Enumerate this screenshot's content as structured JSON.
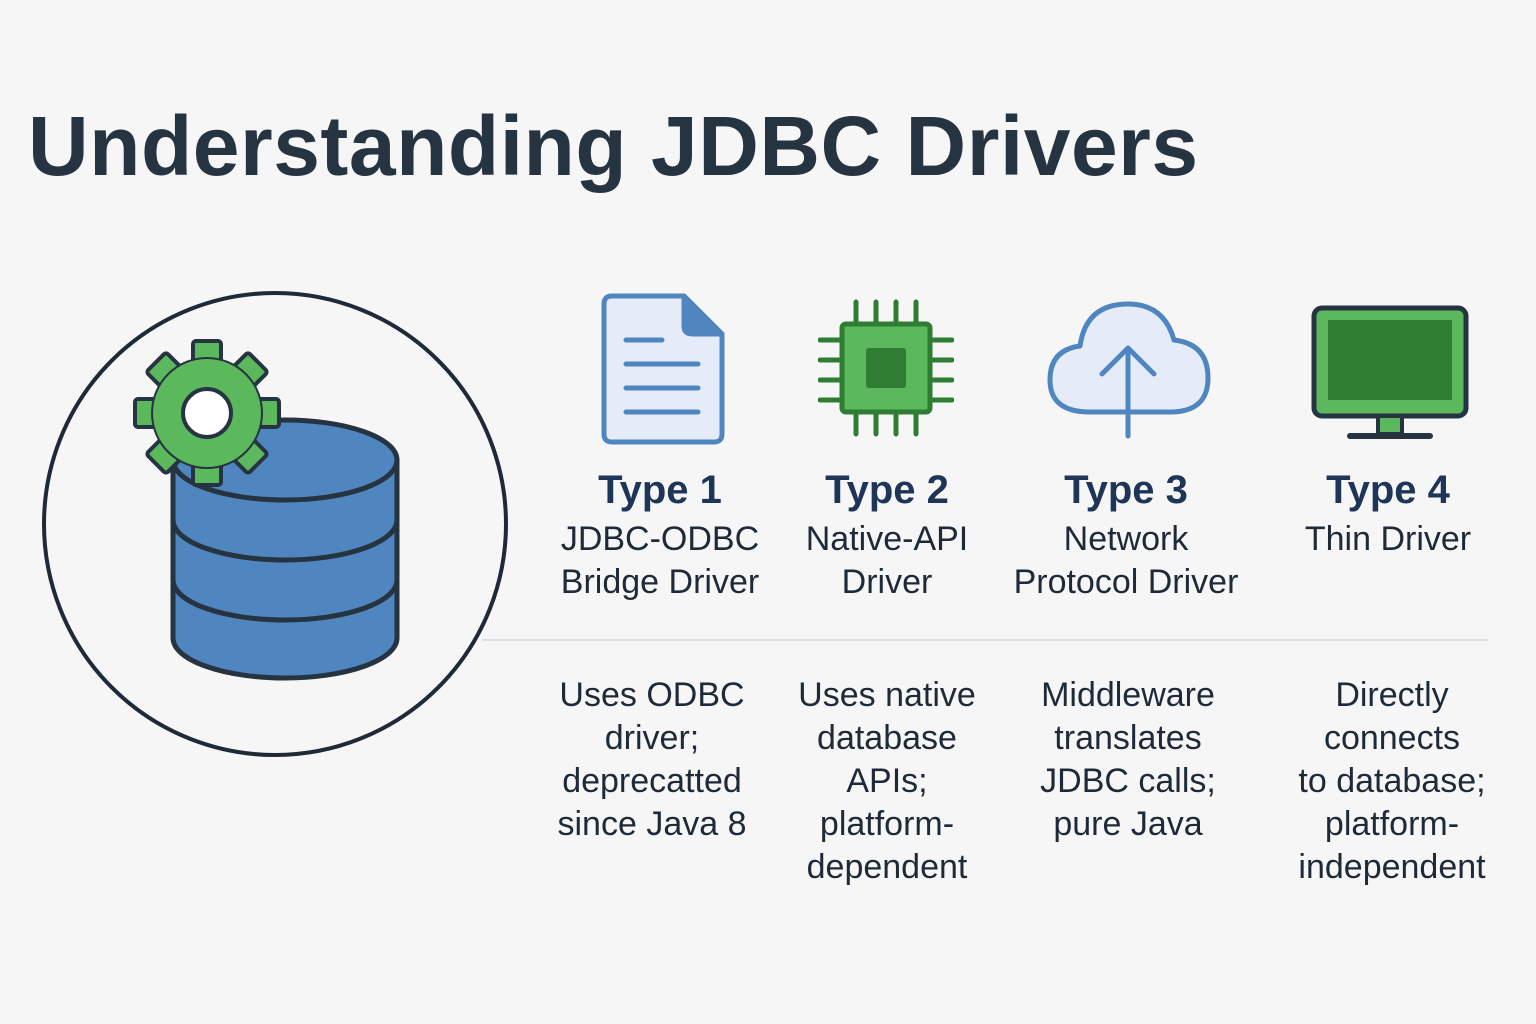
{
  "title": "Understanding JDBC Drivers",
  "colors": {
    "blue": "#4f86c0",
    "green": "#5cb85c",
    "dark_green": "#2e7d32",
    "outline": "#263340",
    "divider": "#d8dde6"
  },
  "hero": {
    "icons": [
      "database-icon",
      "gear-icon"
    ]
  },
  "drivers": [
    {
      "icon": "document-icon",
      "type": "Type 1",
      "name": [
        "JDBC-ODBC",
        "Bridge Driver"
      ],
      "description": [
        "Uses ODBC",
        "driver;",
        "deprecatted",
        "since Java 8"
      ]
    },
    {
      "icon": "chip-icon",
      "type": "Type 2",
      "name": [
        "Native-API",
        "Driver"
      ],
      "description": [
        "Uses native",
        "database",
        "APIs;",
        "platform-",
        "dependent"
      ]
    },
    {
      "icon": "cloud-upload-icon",
      "type": "Type 3",
      "name": [
        "Network",
        "Protocol Driver"
      ],
      "description": [
        "Middleware",
        "translates",
        "JDBC calls;",
        "pure Java"
      ]
    },
    {
      "icon": "monitor-icon",
      "type": "Type 4",
      "name": [
        "Thin Driver"
      ],
      "description": [
        "Directly",
        "connects",
        "to database;",
        "platform-",
        "independent"
      ]
    }
  ]
}
